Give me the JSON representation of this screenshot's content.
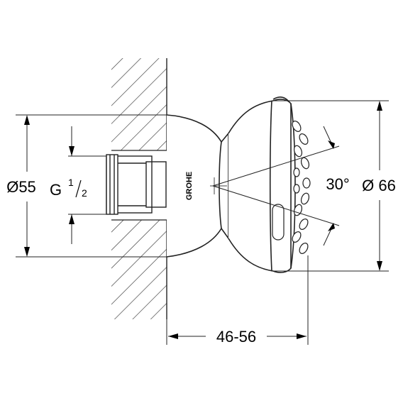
{
  "dimensions": {
    "outer_diameter_left": "Ø55",
    "thread_prefix": "G",
    "thread_num": "1",
    "thread_den": "2",
    "depth": "46-56",
    "angle": "30°",
    "outer_diameter_right": "Ø 66"
  },
  "brand": {
    "logo_text": "GROHE"
  }
}
